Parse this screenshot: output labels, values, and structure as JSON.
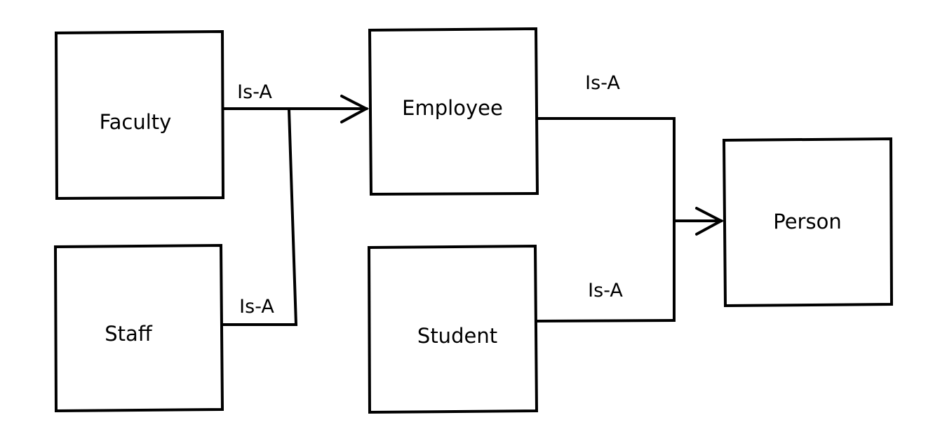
{
  "diagram": {
    "nodes": {
      "faculty": "Faculty",
      "staff": "Staff",
      "employee": "Employee",
      "student": "Student",
      "person": "Person"
    },
    "edges": {
      "faculty_employee": "Is-A",
      "staff_employee": "Is-A",
      "employee_person": "Is-A",
      "student_person": "Is-A"
    }
  }
}
